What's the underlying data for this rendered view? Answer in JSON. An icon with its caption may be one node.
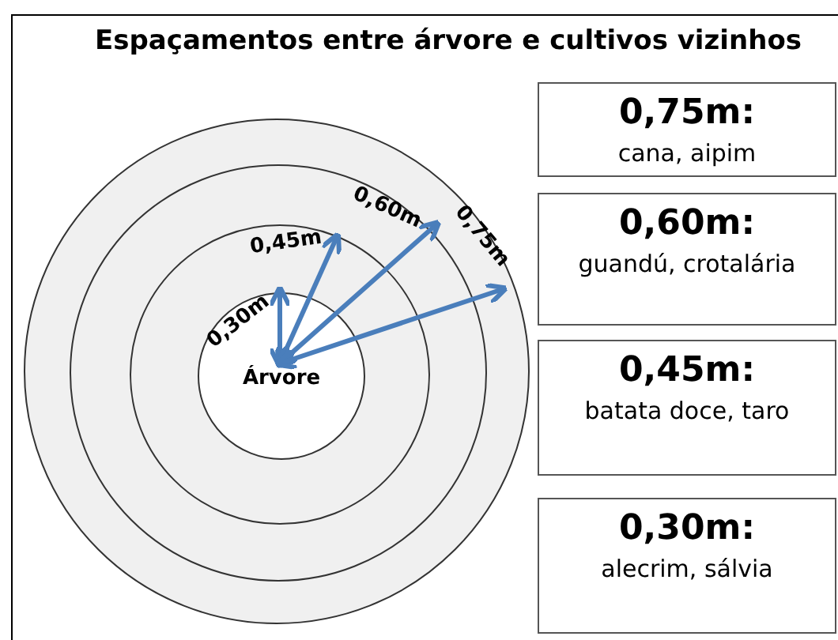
{
  "diagram": {
    "title": "Espaçamentos entre árvore e cultivos vizinhos",
    "nodes": [
      {
        "text": [],
        "shape": "circle"
      },
      {
        "text": [],
        "shape": "circle",
        "in": 0
      },
      {
        "text": [],
        "shape": "circle",
        "in": 1
      },
      {
        "text": [
          "Árvore"
        ],
        "in": 2
      },
      {
        "text": [
          "0,75m:",
          "cana, aipim"
        ]
      },
      {
        "text": [
          "0,60m:",
          "guandú, crotalária"
        ]
      },
      {
        "text": [
          "0,45m:",
          "batata doce, taro"
        ]
      },
      {
        "text": [
          "0,30m:",
          "alecrim, sálvia"
        ]
      }
    ],
    "labels": [
      "0,30m",
      "0,45m",
      "0,60m",
      "0,75m"
    ]
  }
}
